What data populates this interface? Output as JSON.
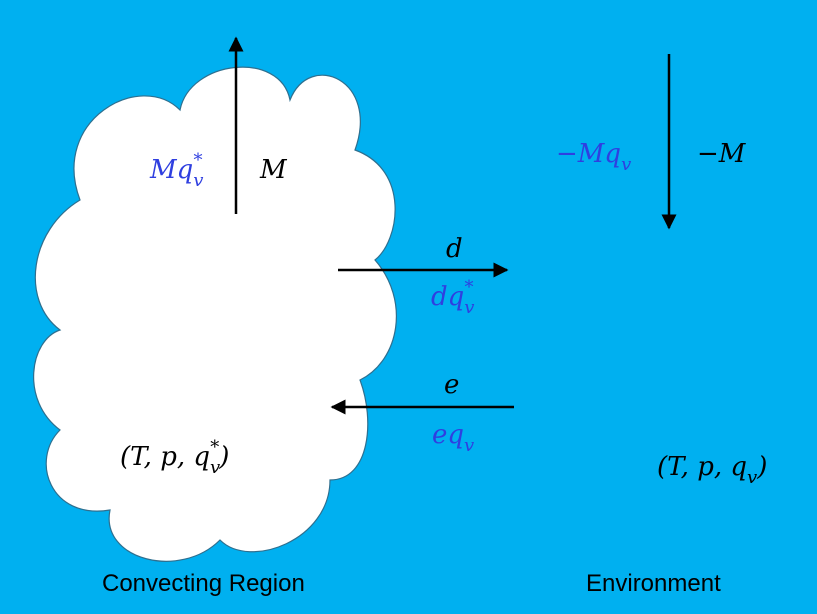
{
  "colors": {
    "background": "#00b0f0",
    "cloud_fill": "#ffffff",
    "cloud_outline": "#2e6f8f",
    "moisture_text": "#2f3fe0",
    "arrow": "#000000"
  },
  "region_labels": {
    "convecting": "Convecting Region",
    "environment": "Environment"
  },
  "cloud": {
    "updraft_mass": "M",
    "updraft_moisture": {
      "base": "Mq",
      "sub": "v",
      "sup": "*"
    },
    "state": {
      "prefix": "(T, p, q",
      "sub": "v",
      "sup": "*",
      "suffix": ")"
    }
  },
  "detrainment": {
    "mass": "d",
    "moisture": {
      "base": "dq",
      "sub": "v",
      "sup": "*"
    }
  },
  "entrainment": {
    "mass": "e",
    "moisture": {
      "base": "eq",
      "sub": "v"
    }
  },
  "environment": {
    "subsidence_mass": "−M",
    "subsidence_moisture": {
      "base": "−Mq",
      "sub": "v"
    },
    "state": {
      "prefix": "(T, p, q",
      "sub": "v",
      "suffix": ")"
    }
  }
}
